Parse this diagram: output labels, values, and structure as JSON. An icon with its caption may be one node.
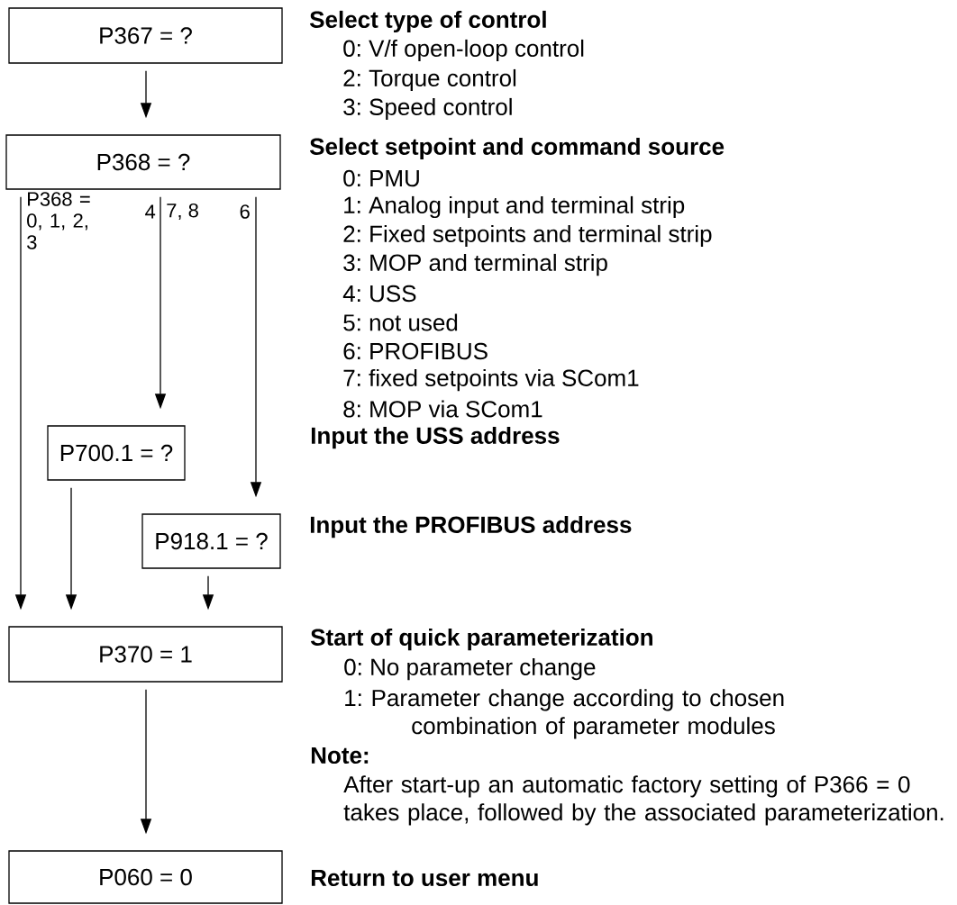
{
  "diagram": {
    "nodes": [
      {
        "text": [
          "P367 = ?"
        ],
        "beside": [
          "Select type of control",
          "0: V/f open-loop control",
          "2: Torque control",
          "3: Speed control"
        ]
      },
      {
        "text": [
          "P368 = ?"
        ],
        "beside": [
          "Select setpoint and command source",
          "0: PMU",
          "1: Analog input and terminal strip",
          "2: Fixed setpoints and terminal strip",
          "3: MOP and terminal strip",
          "4: USS",
          "5: not used",
          "6: PROFIBUS",
          "7: fixed setpoints via SCom1",
          "8: MOP via SCom1"
        ]
      },
      {
        "text": [
          "P700.1 = ?"
        ]
      },
      {
        "text": [
          "P918.1 = ?"
        ],
        "beside": [
          "Input the PROFIBUS address"
        ]
      },
      {
        "text": [
          "P370 = 1"
        ],
        "beside": [
          "Start of quick parameterization",
          "0: No parameter change",
          "1: Parameter change according to chosen combination of parameter modules",
          "Note:",
          "After start-up an automatic factory setting of P366 = 0 takes place, followed by the associated parameterization."
        ]
      },
      {
        "text": [
          "P060 = 0"
        ],
        "beside": [
          "Return to user menu"
        ]
      }
    ],
    "edges": [
      {
        "from": 0,
        "to": 1,
        "arrow": "to"
      },
      {
        "from": 1,
        "to": 4,
        "arrow": "to",
        "label": "P368 = 0, 1, 2, 3"
      },
      {
        "from": 1,
        "to": 2,
        "arrow": "to",
        "label": "4"
      },
      {
        "from": 1,
        "to": 3,
        "arrow": "to",
        "label": "6"
      },
      {
        "from": 2,
        "to": 4,
        "arrow": "to"
      },
      {
        "from": 3,
        "to": 4,
        "arrow": "to"
      },
      {
        "from": 4,
        "to": 5,
        "arrow": "to"
      }
    ],
    "labels": [
      "7, 8",
      "Input the USS address"
    ]
  }
}
